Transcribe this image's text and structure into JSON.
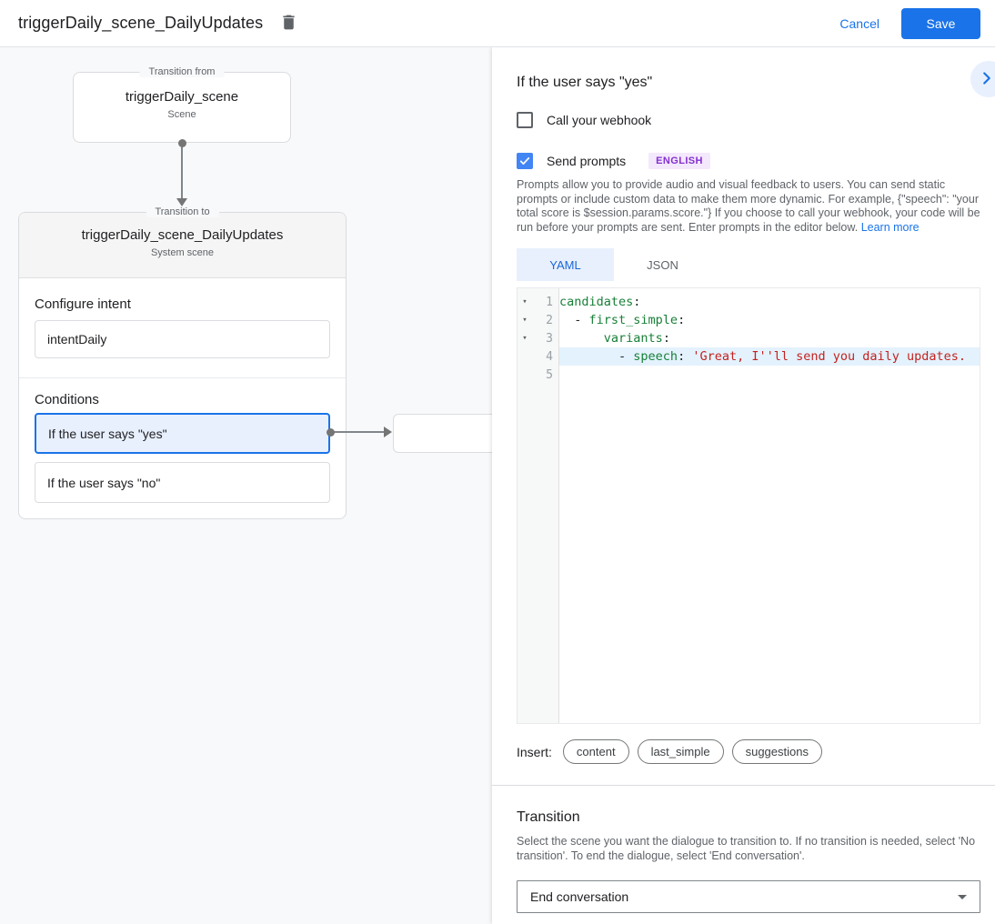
{
  "header": {
    "title": "triggerDaily_scene_DailyUpdates",
    "cancel_label": "Cancel",
    "save_label": "Save"
  },
  "flow": {
    "from_box": {
      "label": "Transition from",
      "title": "triggerDaily_scene",
      "subtitle": "Scene"
    },
    "to_box": {
      "label": "Transition to",
      "title": "triggerDaily_scene_DailyUpdates",
      "subtitle": "System scene",
      "configure_intent_label": "Configure intent",
      "intent_value": "intentDaily",
      "conditions_label": "Conditions",
      "conditions": [
        {
          "label": "If the user says \"yes\"",
          "selected": true
        },
        {
          "label": "If the user says \"no\"",
          "selected": false
        }
      ]
    }
  },
  "panel": {
    "title": "If the user says \"yes\"",
    "webhook": {
      "label": "Call your webhook",
      "checked": false
    },
    "prompts": {
      "label": "Send prompts",
      "checked": true,
      "badge": "ENGLISH"
    },
    "description": "Prompts allow you to provide audio and visual feedback to users. You can send static prompts or include custom data to make them more dynamic. For example, {\"speech\": \"your total score is $session.params.score.\"} If you choose to call your webhook, your code will be run before your prompts are sent. Enter prompts in the editor below.",
    "learn_more": "Learn more",
    "tabs": [
      {
        "label": "YAML",
        "active": true
      },
      {
        "label": "JSON",
        "active": false
      }
    ],
    "editor": {
      "lines": [
        {
          "num": 1,
          "fold": true,
          "highlight": false,
          "tokens": [
            {
              "t": "key",
              "v": "candidates"
            },
            {
              "t": "p",
              "v": ":"
            }
          ]
        },
        {
          "num": 2,
          "fold": true,
          "highlight": false,
          "tokens": [
            {
              "t": "p",
              "v": "  - "
            },
            {
              "t": "key",
              "v": "first_simple"
            },
            {
              "t": "p",
              "v": ":"
            }
          ]
        },
        {
          "num": 3,
          "fold": true,
          "highlight": false,
          "tokens": [
            {
              "t": "p",
              "v": "      "
            },
            {
              "t": "key",
              "v": "variants"
            },
            {
              "t": "p",
              "v": ":"
            }
          ]
        },
        {
          "num": 4,
          "fold": false,
          "highlight": true,
          "tokens": [
            {
              "t": "p",
              "v": "        - "
            },
            {
              "t": "key",
              "v": "speech"
            },
            {
              "t": "p",
              "v": ": "
            },
            {
              "t": "str",
              "v": "'Great, I''ll send you daily updates."
            }
          ]
        },
        {
          "num": 5,
          "fold": false,
          "highlight": false,
          "tokens": []
        }
      ]
    },
    "insert": {
      "label": "Insert:",
      "buttons": [
        "content",
        "last_simple",
        "suggestions"
      ]
    },
    "transition": {
      "title": "Transition",
      "description": "Select the scene you want the dialogue to transition to. If no transition is needed, select 'No transition'. To end the dialogue, select 'End conversation'.",
      "dropdown_value": "End conversation"
    }
  },
  "icons": {
    "delete": "trash-icon",
    "collapse": "chevron-right-icon",
    "dropdown": "caret-down-icon",
    "fold_glyph": "▾"
  },
  "colors": {
    "primary_blue": "#1a73e8",
    "checkbox_blue": "#4285f4",
    "selected_condition_bg": "#e8f0fe",
    "badge_text": "#8430ce",
    "badge_bg": "#f4e8fd",
    "code_key": "#188038",
    "code_string": "#c5221f",
    "active_line_bg": "#e3f2fd"
  }
}
